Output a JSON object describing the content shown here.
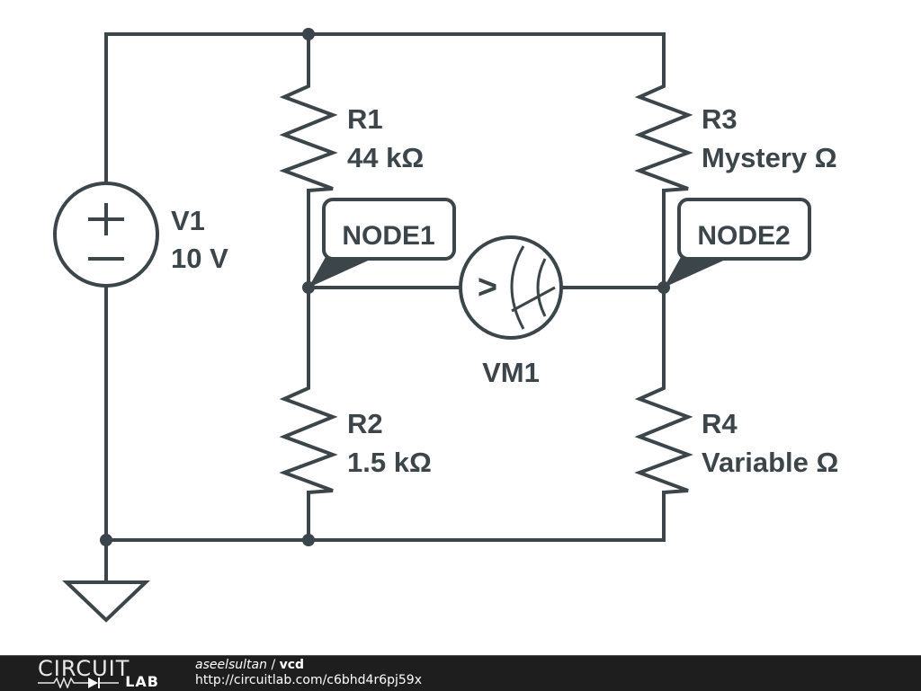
{
  "components": {
    "V1": {
      "name": "V1",
      "value": "10 V",
      "type": "dc-voltage-source"
    },
    "R1": {
      "name": "R1",
      "value": "44 kΩ",
      "type": "resistor"
    },
    "R2": {
      "name": "R2",
      "value": "1.5 kΩ",
      "type": "resistor"
    },
    "R3": {
      "name": "R3",
      "value": "Mystery Ω",
      "type": "resistor"
    },
    "R4": {
      "name": "R4",
      "value": "Variable Ω",
      "type": "resistor"
    },
    "VM1": {
      "name": "VM1",
      "type": "voltmeter",
      "symbol": ">"
    }
  },
  "nodes": {
    "node1": "NODE1",
    "node2": "NODE2"
  },
  "colors": {
    "wire": "#3b454a",
    "footer_bg": "#1e1e1e",
    "footer_text": "#ffffff"
  },
  "footer": {
    "logo_top": "CIRCUIT",
    "logo_bottom": "LAB",
    "user": "aseelsultan",
    "separator": " / ",
    "project": "vcd",
    "url": "http://circuitlab.com/c6bhd4r6pj59x"
  }
}
